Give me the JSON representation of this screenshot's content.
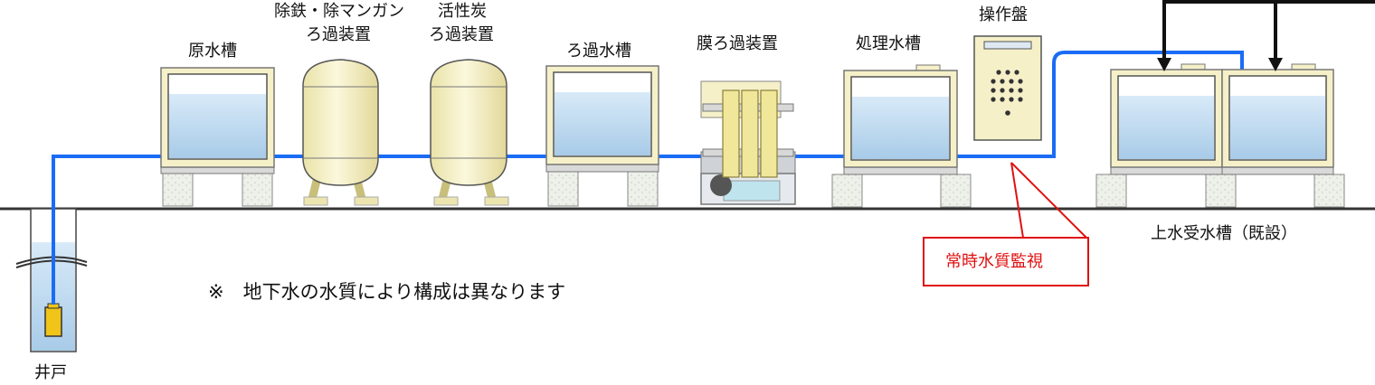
{
  "labels": {
    "raw_tank": "原水槽",
    "iron_filter_l1": "除鉄・除マンガン",
    "iron_filter_l2": "ろ過装置",
    "carbon_filter_l1": "活性炭",
    "carbon_filter_l2": "ろ過装置",
    "filtered_tank": "ろ過水槽",
    "membrane": "膜ろ過装置",
    "treated_tank": "処理水槽",
    "control_panel": "操作盤",
    "receiving_tank": "上水受水槽（既設）",
    "well": "井戸",
    "monitor": "常時水質監視"
  },
  "note": "※　地下水の水質により構成は異なります",
  "colors": {
    "pipe": "#1a6cf5",
    "water": "#bcd8f0",
    "tank_cream": "#f5f0c8",
    "monitor_red": "#e01010",
    "pump": "#f0c419"
  }
}
